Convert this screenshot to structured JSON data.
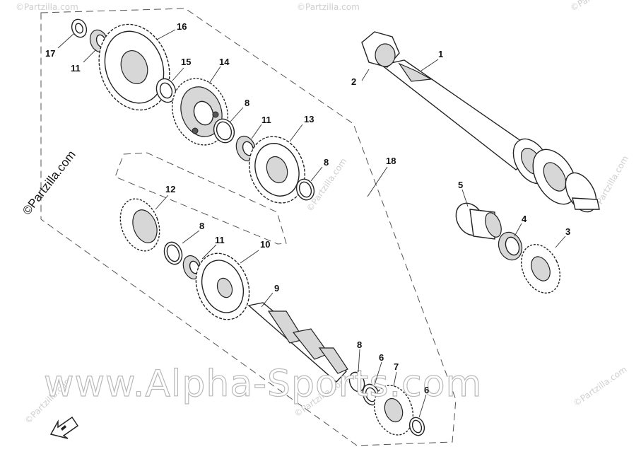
{
  "callouts": {
    "c1": "1",
    "c2": "2",
    "c3": "3",
    "c4": "4",
    "c5": "5",
    "c6a": "6",
    "c6b": "6",
    "c7": "7",
    "c8a": "8",
    "c8b": "8",
    "c8c": "8",
    "c8d": "8",
    "c9": "9",
    "c10": "10",
    "c11a": "11",
    "c11b": "11",
    "c11c": "11",
    "c12": "12",
    "c13": "13",
    "c14": "14",
    "c15": "15",
    "c16": "16",
    "c17": "17",
    "c18": "18"
  },
  "watermarks": {
    "big": "www.Alpha-Sports.com",
    "small": "©Partzilla.com"
  },
  "icons": {
    "direction_arrow": "front-direction-arrow-icon"
  }
}
